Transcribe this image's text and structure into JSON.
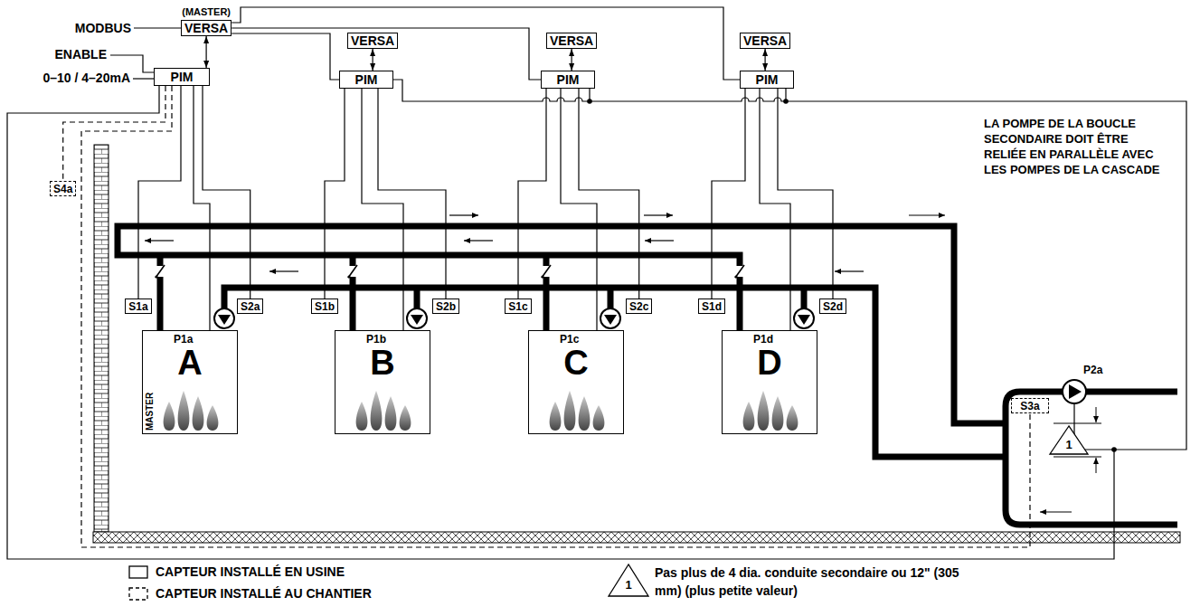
{
  "diagram": {
    "nodes": [
      {
        "text": [
          "(MASTER)",
          "VERSA"
        ]
      },
      {
        "text": [
          "VERSA"
        ]
      },
      {
        "text": [
          "VERSA"
        ]
      },
      {
        "text": [
          "VERSA"
        ]
      },
      {
        "text": [
          "PIM"
        ]
      },
      {
        "text": [
          "PIM"
        ]
      },
      {
        "text": [
          "PIM"
        ]
      },
      {
        "text": [
          "PIM"
        ]
      },
      {
        "text": [
          "S4a"
        ]
      },
      {
        "text": [
          "S1a"
        ]
      },
      {
        "text": [
          "S2a"
        ]
      },
      {
        "text": [
          "S1b"
        ]
      },
      {
        "text": [
          "S2b"
        ]
      },
      {
        "text": [
          "S1c"
        ]
      },
      {
        "text": [
          "S2c"
        ]
      },
      {
        "text": [
          "S1d"
        ]
      },
      {
        "text": [
          "S2d"
        ]
      },
      {
        "text": [
          "A",
          "MASTER"
        ]
      },
      {
        "text": [
          "B"
        ]
      },
      {
        "text": [
          "C"
        ]
      },
      {
        "text": [
          "D"
        ]
      },
      {
        "text": [
          "S3a"
        ]
      }
    ],
    "edges": [
      {
        "from": 0,
        "to": 4,
        "arrow": "both"
      },
      {
        "from": 1,
        "to": 5,
        "arrow": "both"
      },
      {
        "from": 2,
        "to": 6,
        "arrow": "both"
      },
      {
        "from": 3,
        "to": 7,
        "arrow": "both"
      },
      {
        "from": 0,
        "to": 5,
        "arrow": "none"
      },
      {
        "from": 0,
        "to": 6,
        "arrow": "none"
      },
      {
        "from": 0,
        "to": 7,
        "arrow": "none"
      },
      {
        "from": 4,
        "to": 8,
        "arrow": "none"
      },
      {
        "from": 4,
        "to": 21,
        "arrow": "none"
      },
      {
        "from": 4,
        "to": 9,
        "arrow": "none"
      },
      {
        "from": 4,
        "to": 10,
        "arrow": "none"
      },
      {
        "from": 5,
        "to": 11,
        "arrow": "none"
      },
      {
        "from": 5,
        "to": 12,
        "arrow": "none"
      },
      {
        "from": 6,
        "to": 13,
        "arrow": "none"
      },
      {
        "from": 6,
        "to": 14,
        "arrow": "none"
      },
      {
        "from": 7,
        "to": 15,
        "arrow": "none"
      },
      {
        "from": 7,
        "to": 16,
        "arrow": "none"
      }
    ],
    "labels": [
      "MODBUS",
      "ENABLE",
      "0–10 / 4–20mA",
      "P1a",
      "P1b",
      "P1c",
      "P1d",
      "P2a",
      "LA POMPE DE LA BOUCLE SECONDAIRE DOIT ÊTRE RELIÉE EN PARALLÈLE AVEC LES POMPES DE LA CASCADE",
      "1",
      "1",
      "Pas plus de 4 dia. conduite secondaire ou 12\" (305 mm) (plus petite valeur)"
    ],
    "legend": [
      {
        "text": "CAPTEUR INSTALLÉ EN USINE"
      },
      {
        "text": "CAPTEUR INSTALLÉ AU CHANTIER"
      }
    ]
  }
}
